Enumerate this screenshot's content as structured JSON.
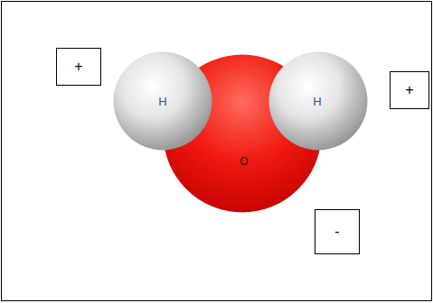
{
  "diagram": {
    "nodes": [
      {
        "text": [
          "+"
        ]
      },
      {
        "text": [
          "H"
        ]
      },
      {
        "text": [
          "H"
        ]
      },
      {
        "text": [
          "+"
        ]
      },
      {
        "text": [
          "O"
        ]
      },
      {
        "text": [
          "-"
        ]
      }
    ]
  }
}
